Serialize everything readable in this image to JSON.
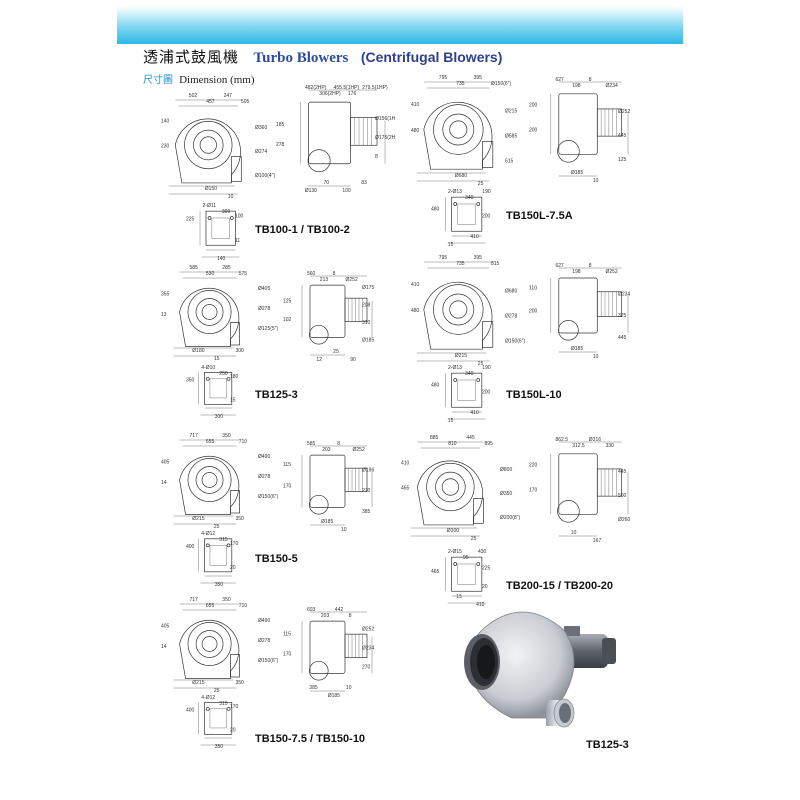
{
  "header": {
    "title_cjk": "透浦式鼓風機",
    "title_en": "Turbo Blowers",
    "title_en_paren": "(Centrifugal Blowers)",
    "dim_cjk": "尺寸圖",
    "dim_en": "Dimension (mm)"
  },
  "models": [
    {
      "id": "tb100",
      "label": "TB100-1 / TB100-2",
      "front_dims": [
        "502",
        "457",
        "247",
        "505",
        "Ø360",
        "Ø274",
        "Ø100(4\")",
        "Ø150",
        "10",
        "140",
        "230"
      ],
      "side_dims": [
        "482(2HP)",
        "306(2HP)",
        "455.5(1HP)",
        "176",
        "279.5(1HP)",
        "Ø156(1HP)",
        "Ø175(2HP)",
        "8",
        "Ø130",
        "70",
        "100",
        "83",
        "185",
        "278"
      ],
      "base_dims": [
        "2-Ø11",
        "300",
        "100",
        "11",
        "140",
        "225"
      ]
    },
    {
      "id": "tb150l75",
      "label": "TB150L-7.5A",
      "front_dims": [
        "795",
        "735",
        "395",
        "Ø150(6\")",
        "Ø215",
        "Ø585",
        "615",
        "Ø680",
        "25",
        "410",
        "480"
      ],
      "side_dims": [
        "627",
        "198",
        "8",
        "Ø234",
        "Ø252",
        "445",
        "125",
        "Ø185",
        "10",
        "200",
        "200"
      ],
      "base_dims": [
        "2-Ø13",
        "340",
        "190",
        "200",
        "15",
        "410",
        "480"
      ]
    },
    {
      "id": "tb125",
      "label": "TB125-3",
      "front_dims": [
        "585",
        "530",
        "285",
        "575",
        "Ø405",
        "Ø278",
        "Ø125(5\")",
        "Ø180",
        "15",
        "300",
        "355",
        "13"
      ],
      "side_dims": [
        "560",
        "213",
        "8",
        "Ø252",
        "Ø175",
        "208",
        "310",
        "Ø185",
        "12",
        "25",
        "90",
        "125",
        "102"
      ],
      "base_dims": [
        "4-Ø10",
        "250",
        "180",
        "15",
        "300",
        "350"
      ]
    },
    {
      "id": "tb150l10",
      "label": "TB150L-10",
      "front_dims": [
        "795",
        "735",
        "395",
        "815",
        "Ø680",
        "Ø278",
        "Ø150(6\")",
        "Ø215",
        "25",
        "410",
        "480"
      ],
      "side_dims": [
        "627",
        "198",
        "8",
        "Ø252",
        "Ø234",
        "325",
        "445",
        "Ø185",
        "10",
        "110",
        "200"
      ],
      "base_dims": [
        "2-Ø13",
        "340",
        "190",
        "200",
        "15",
        "410",
        "480"
      ]
    },
    {
      "id": "tb150_5",
      "label": "TB150-5",
      "front_dims": [
        "717",
        "655",
        "350",
        "710",
        "Ø490",
        "Ø278",
        "Ø150(6\")",
        "Ø215",
        "25",
        "350",
        "405",
        "14"
      ],
      "side_dims": [
        "585",
        "203",
        "8",
        "Ø252",
        "Ø196",
        "270",
        "385",
        "Ø185",
        "10",
        "115",
        "170"
      ],
      "base_dims": [
        "4-Ø12",
        "315",
        "170",
        "20",
        "350",
        "400"
      ]
    },
    {
      "id": "tb200",
      "label": "TB200-15 / TB200-20",
      "front_dims": [
        "885",
        "810",
        "445",
        "895",
        "Ø800",
        "Ø350",
        "Ø200(8\")",
        "Ø300",
        "25",
        "410",
        "465"
      ],
      "side_dims": [
        "862.5",
        "312.5",
        "Ø316",
        "330",
        "445",
        "500",
        "Ø260",
        "10",
        "167",
        "220",
        "170"
      ],
      "base_dims": [
        "2-Ø15",
        "95",
        "430",
        "225",
        "20",
        "15",
        "410",
        "465"
      ]
    },
    {
      "id": "tb150_75",
      "label": "TB150-7.5 / TB150-10",
      "front_dims": [
        "717",
        "655",
        "350",
        "710",
        "Ø490",
        "Ø278",
        "Ø150(6\")",
        "Ø215",
        "25",
        "350",
        "405",
        "14"
      ],
      "side_dims": [
        "603",
        "203",
        "442",
        "8",
        "Ø252",
        "Ø234",
        "270",
        "385",
        "Ø185",
        "10",
        "115",
        "170"
      ],
      "base_dims": [
        "4-Ø12",
        "315",
        "170",
        "20",
        "350",
        "400"
      ]
    }
  ],
  "photo": {
    "caption": "TB125-3"
  }
}
